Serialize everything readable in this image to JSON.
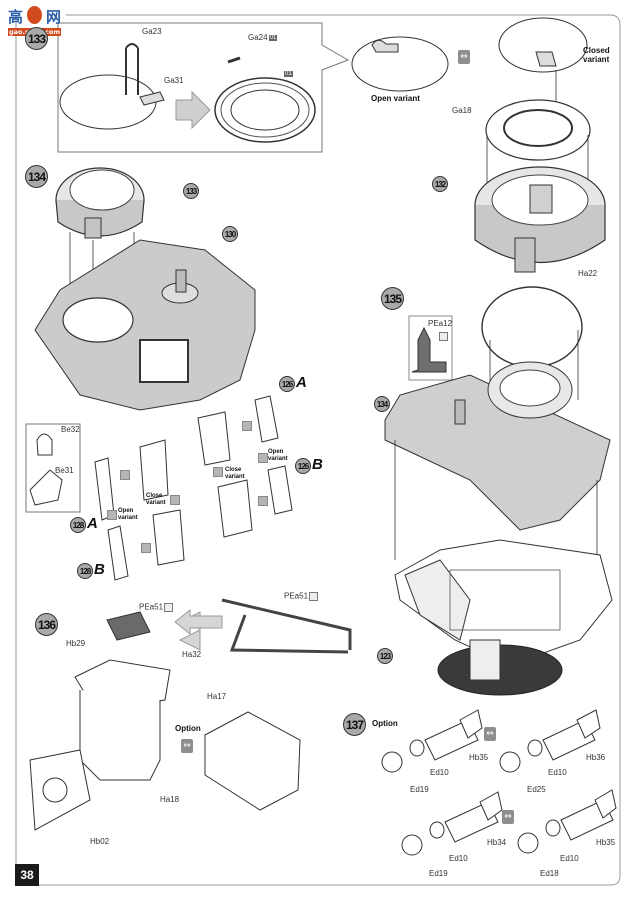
{
  "watermark": {
    "chars": [
      "高",
      "网"
    ],
    "url": "gao.shou.com"
  },
  "page_number": "38",
  "steps": {
    "s133": {
      "number": "133",
      "parts": [
        "Ga23",
        "Ga31",
        "Ga24",
        "Ga18"
      ],
      "badge": "01",
      "open_variant": "Open variant",
      "closed_variant": "Closed variant"
    },
    "s134": {
      "number": "134",
      "refs": [
        "133",
        "130"
      ],
      "parts": [
        "Be32",
        "Be31"
      ],
      "sub_a": {
        "ref": "126",
        "letter": "A"
      },
      "sub_b": {
        "ref": "126",
        "letter": "B"
      },
      "sub_c": {
        "ref": "128",
        "letter": "A"
      },
      "sub_d": {
        "ref": "128",
        "letter": "B"
      },
      "variants": {
        "open1": "Open variant",
        "close1": "Close variant",
        "open2": "Open variant",
        "close2": "Close variant"
      }
    },
    "s132": {
      "ref": "132"
    },
    "s135": {
      "number": "135",
      "refs": [
        "134",
        "123"
      ],
      "parts": [
        "Ha22",
        "PEa12"
      ]
    },
    "s136": {
      "number": "136",
      "parts": [
        "PEa51",
        "PEa51",
        "Hb29",
        "Ha32",
        "Ha17",
        "Ha18",
        "Hb02"
      ],
      "option": "Option"
    },
    "s137": {
      "number": "137",
      "option": "Option",
      "sets": [
        {
          "hb": "Hb35",
          "ed_ring": "Ed10",
          "ed_wheel": "Ed19"
        },
        {
          "hb": "Hb36",
          "ed_ring": "Ed10",
          "ed_wheel": "Ed25"
        },
        {
          "hb": "Hb34",
          "ed_ring": "Ed10",
          "ed_wheel": "Ed19"
        },
        {
          "hb": "Hb35",
          "ed_ring": "Ed10",
          "ed_wheel": "Ed18"
        }
      ]
    }
  },
  "colors": {
    "frame": "#9a9a9a",
    "step_circle": "#a9a9a9",
    "part_gray": "#c8c8c8",
    "dark_part": "#6a6a6a"
  },
  "icons": {
    "alternative": "alternative-swap-icon",
    "photo_etch": "photo-etch-icon",
    "paint": "paint-icon"
  }
}
